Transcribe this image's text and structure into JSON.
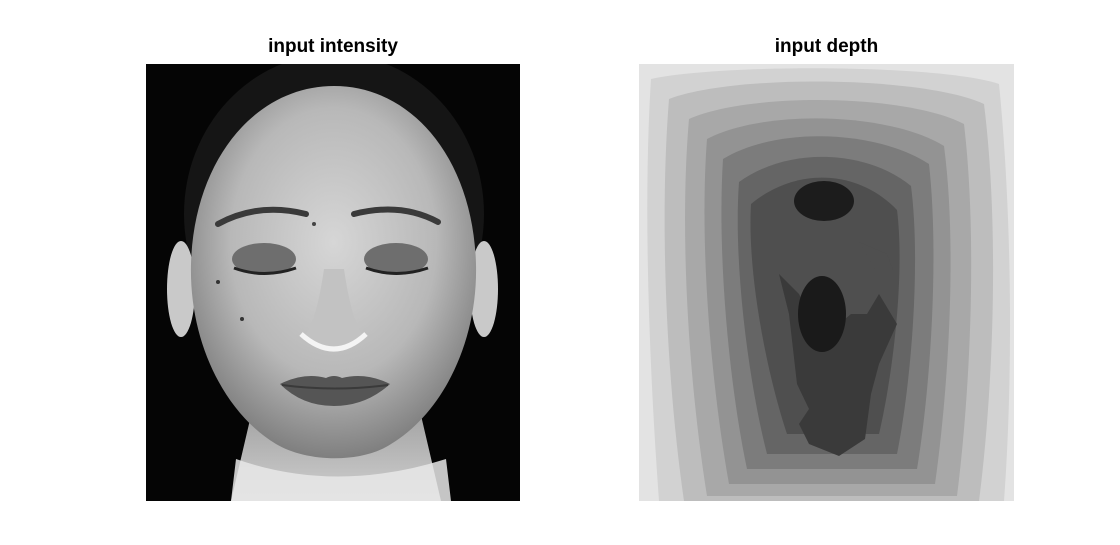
{
  "panels": [
    {
      "title": "input intensity",
      "kind": "grayscale-face-photo"
    },
    {
      "title": "input depth",
      "kind": "quantized-depth-contour-map"
    }
  ]
}
